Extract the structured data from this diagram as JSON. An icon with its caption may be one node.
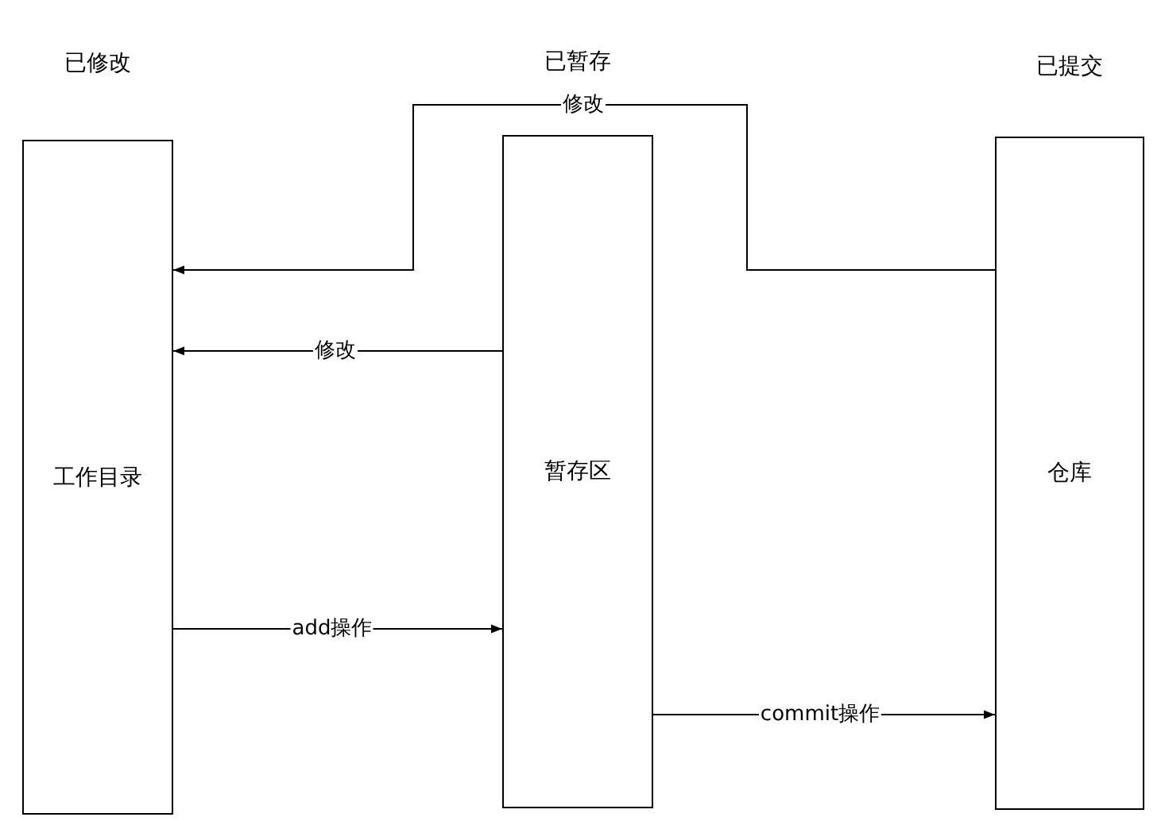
{
  "diagram": {
    "nodes": [
      {
        "text": [
          "已修改",
          "工作目录"
        ]
      },
      {
        "text": [
          "已暂存",
          "暂存区"
        ]
      },
      {
        "text": [
          "已提交",
          "仓库"
        ]
      }
    ],
    "edges": [
      {
        "from": 2,
        "to": 0,
        "arrow": "to",
        "label": "修改"
      },
      {
        "from": 1,
        "to": 0,
        "arrow": "to",
        "label": "修改"
      },
      {
        "from": 0,
        "to": 1,
        "arrow": "to",
        "label": "add操作"
      },
      {
        "from": 1,
        "to": 2,
        "arrow": "to",
        "label": "commit操作"
      }
    ]
  }
}
